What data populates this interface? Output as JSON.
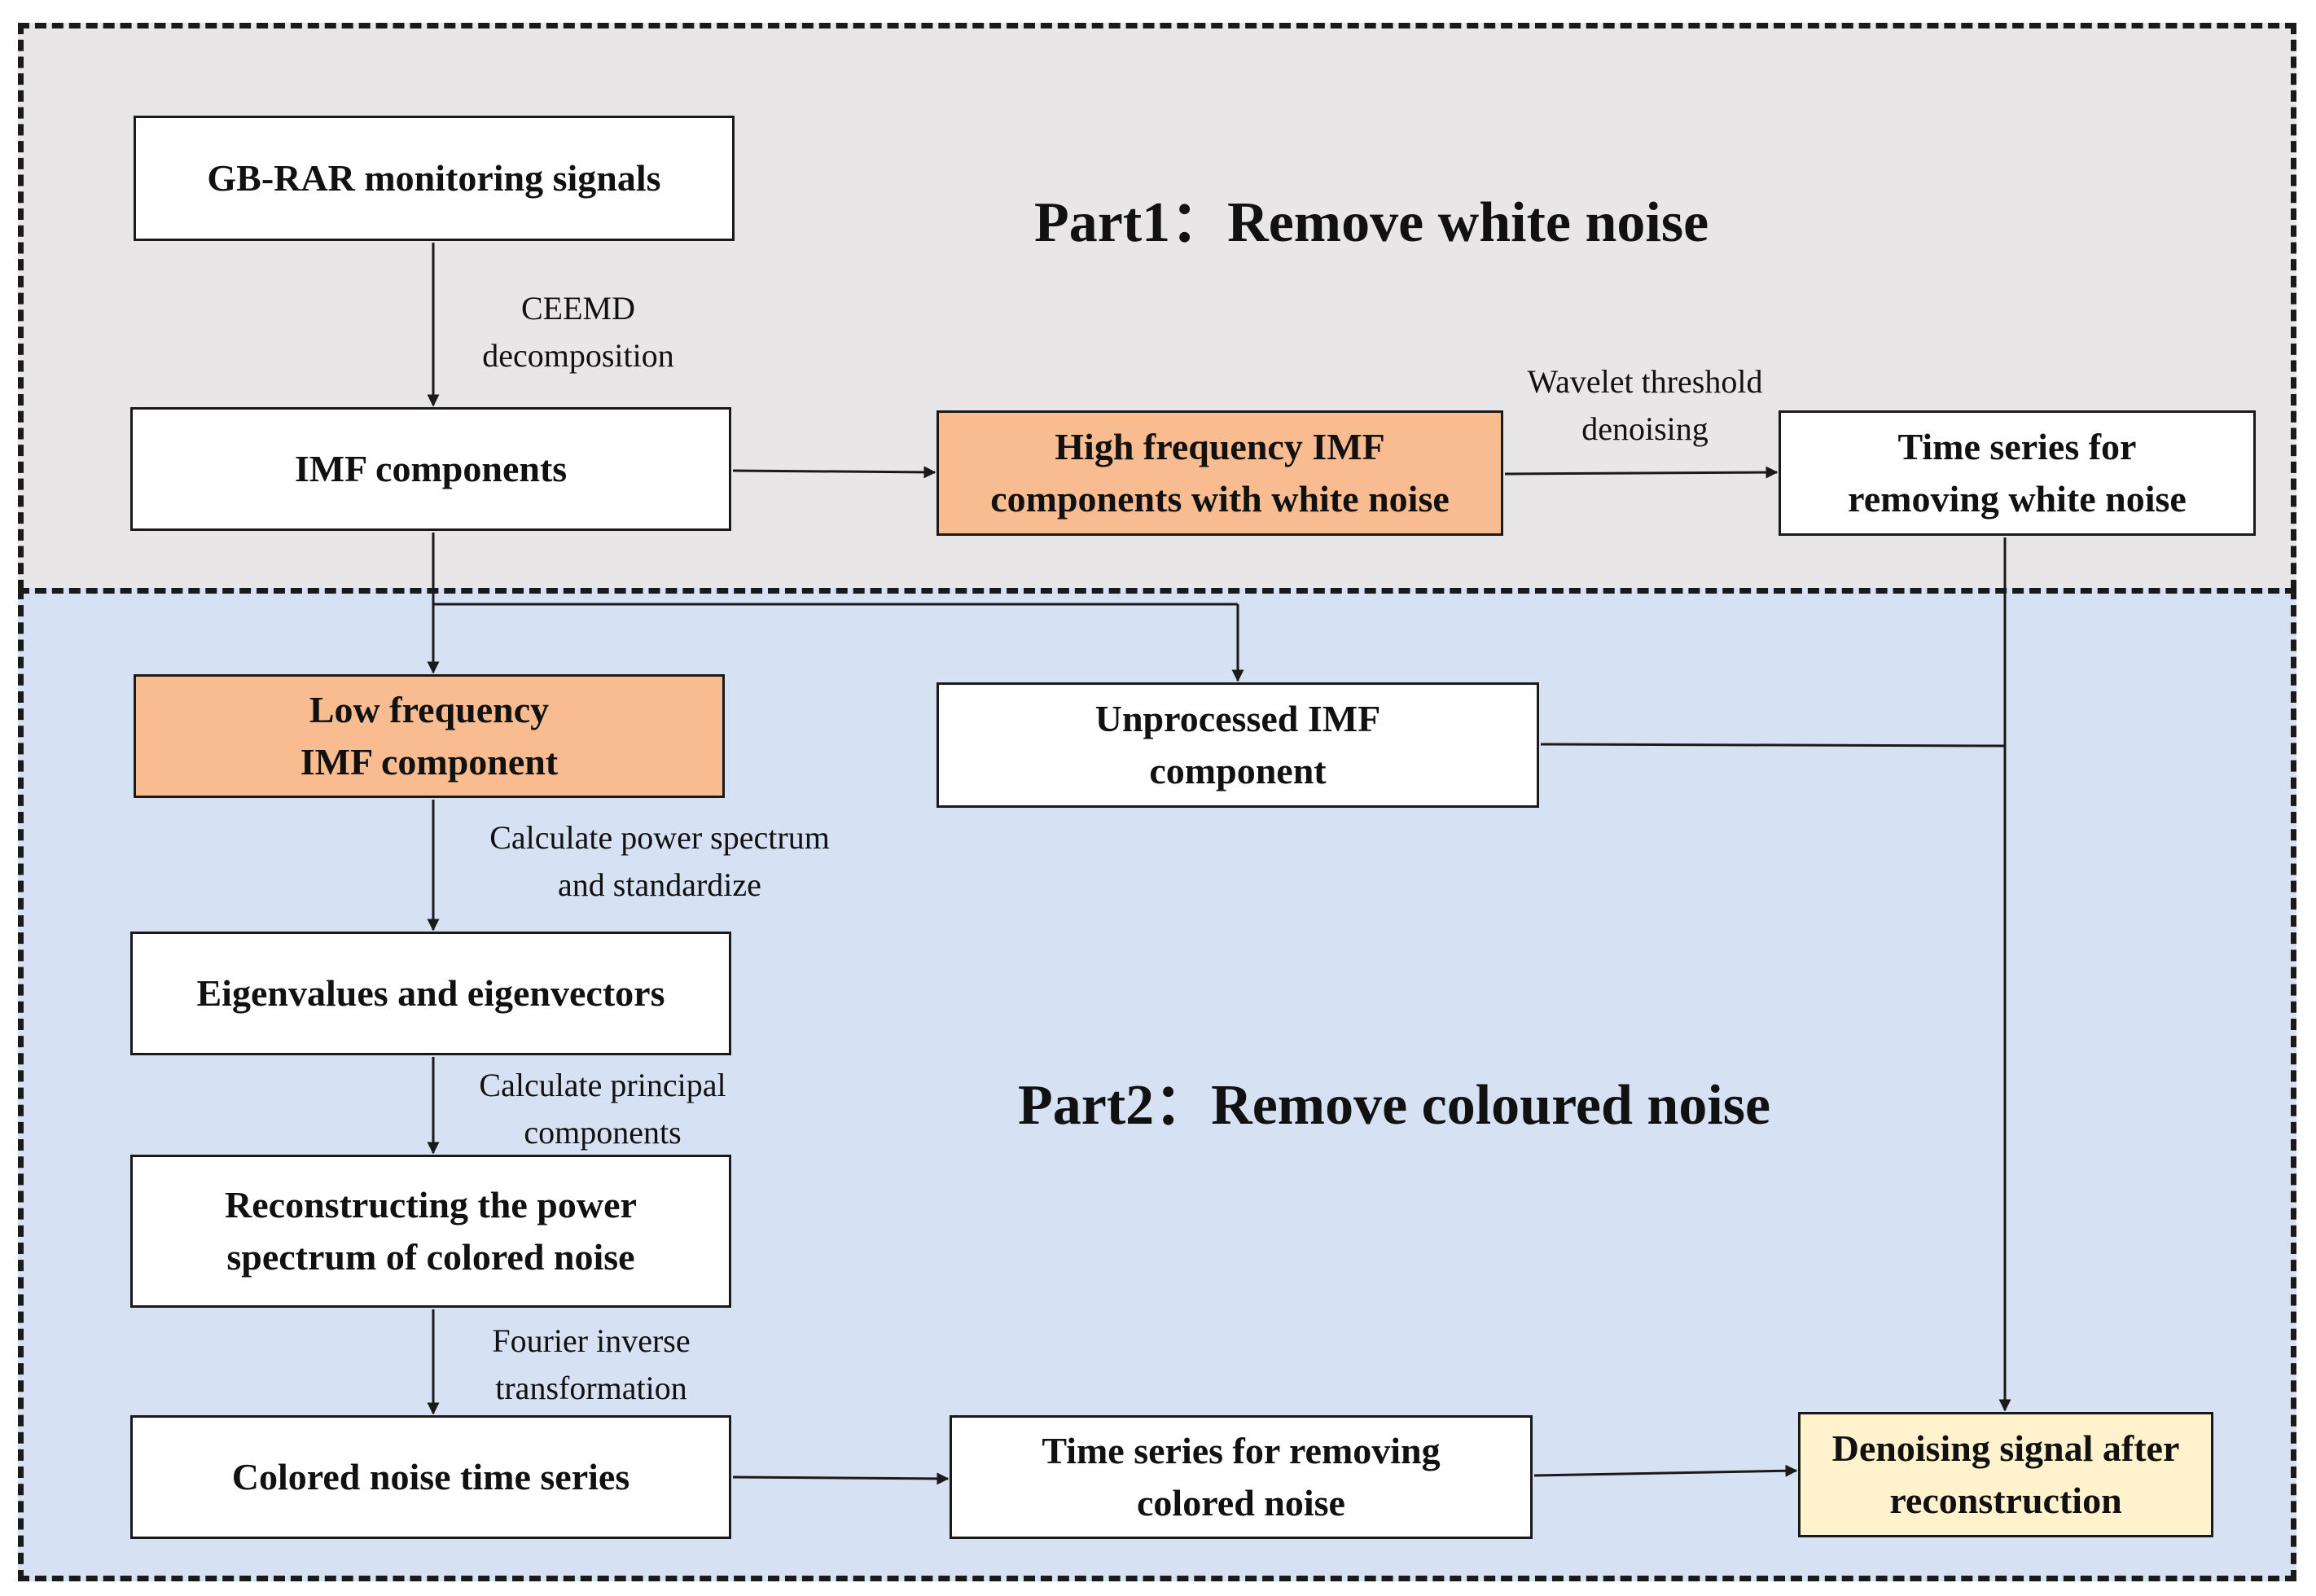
{
  "colors": {
    "part1_background": "#e8e6e7",
    "part2_background": "#d6e2f3",
    "box_default": "#ffffff",
    "box_highlight_orange": "#f8bc90",
    "box_highlight_yellow": "#fff2cc",
    "line": "#1a1a1a"
  },
  "titles": {
    "part1": "Part1：Remove white noise",
    "part2": "Part2：Remove coloured noise"
  },
  "boxes": {
    "gb_rar": "GB-RAR monitoring signals",
    "imf_components": "IMF components",
    "high_freq": "High frequency IMF\ncomponents with white noise",
    "ts_white": "Time series for\nremoving white noise",
    "low_freq": "Low frequency\nIMF component",
    "unprocessed": "Unprocessed IMF\ncomponent",
    "eigen": "Eigenvalues and eigenvectors",
    "reconstruct_ps": "Reconstructing the power\nspectrum of colored noise",
    "colored_ts": "Colored noise time series",
    "ts_colored": "Time series for removing\ncolored noise",
    "denoised": "Denoising signal after\nreconstruction"
  },
  "labels": {
    "ceemd": "CEEMD\ndecomposition",
    "wavelet": "Wavelet threshold\ndenoising",
    "power_spectrum": "Calculate power spectrum\nand standardize",
    "principal": "Calculate principal\ncomponents",
    "fourier": "Fourier inverse\ntransformation"
  }
}
